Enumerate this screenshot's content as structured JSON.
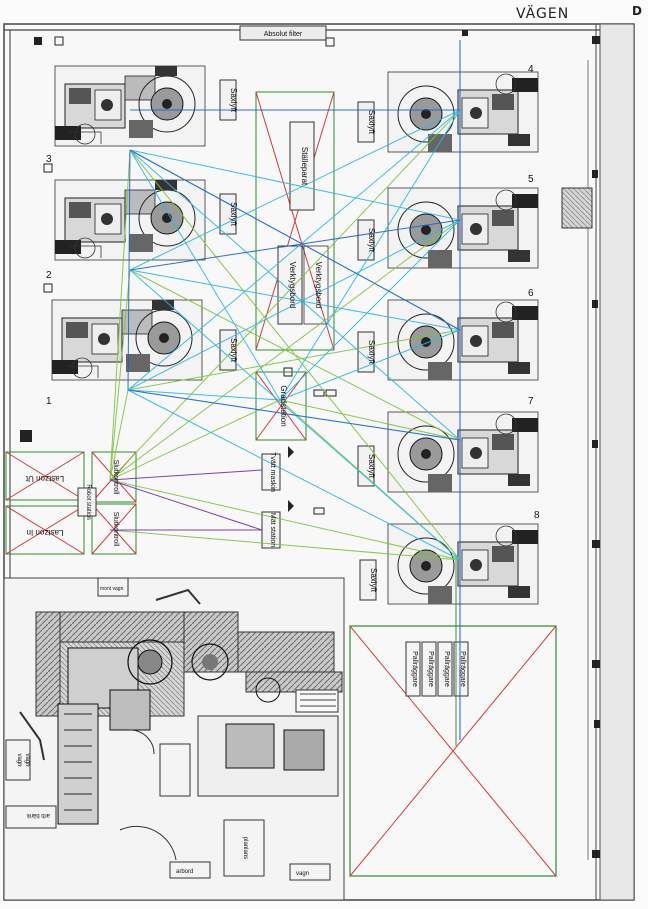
{
  "header": {
    "road_label": "VÄGEN",
    "corner_mark": "D",
    "exhaust_label": "Absolut filter"
  },
  "machines": {
    "left_numbers": [
      "3",
      "2",
      "1"
    ],
    "right_numbers": [
      "4",
      "5",
      "6",
      "7",
      "8"
    ]
  },
  "lifts": {
    "label": "Saxlyft"
  },
  "zones": {
    "setup_equipment": "Ställeparat",
    "tool_cabinet": "Verktygsbord",
    "tool_cabinet_2": "Verktygsbord",
    "grading": "Gradstation",
    "wash": "Tvätt maskin",
    "measuring": "Mät station",
    "load_out": "Lastzon Ut",
    "load_in": "Lastzon In",
    "final_check_1": "Slutkontroll",
    "final_check_2": "Slutkontroll",
    "robot_station": "Robot station"
  },
  "pallet_area": {
    "labels": [
      "Pallräggare",
      "Pallräggare",
      "Pallräggare",
      "Pallräggare"
    ]
  },
  "lower_area": {
    "tag_1": "mont vagn",
    "tag_2": "vagn",
    "tag_3": "vagn",
    "bench": "arb bänk",
    "plate": "planlans",
    "tag_4": "arbord",
    "tag_5": "vagn"
  },
  "colors": {
    "line_green": "#7cc43a",
    "line_cyan": "#29b6e6",
    "line_blue": "#1f5fd6",
    "line_purple": "#6a2fb0",
    "cross_red": "#d23b3b",
    "wall": "#555555"
  }
}
